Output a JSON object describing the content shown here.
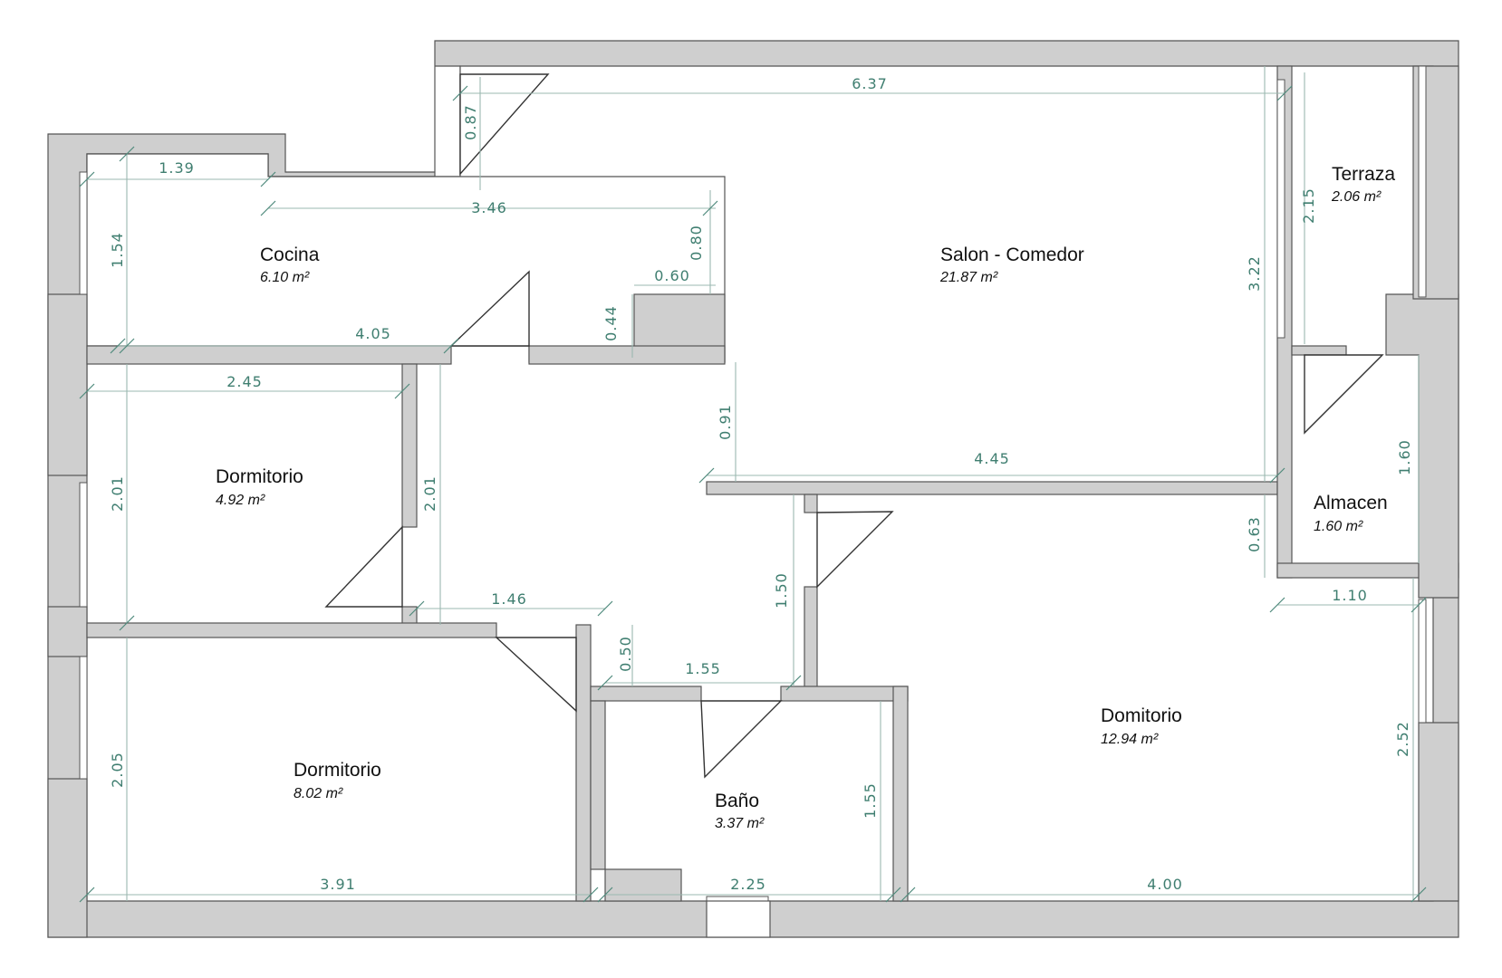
{
  "rooms": {
    "cocina": {
      "name": "Cocina",
      "area": "6.10 m²"
    },
    "salon": {
      "name": "Salon - Comedor",
      "area": "21.87 m²"
    },
    "terraza": {
      "name": "Terraza",
      "area": "2.06 m²"
    },
    "dormitorio_1": {
      "name": "Dormitorio",
      "area": "4.92 m²"
    },
    "almacen": {
      "name": "Almacen",
      "area": "1.60 m²"
    },
    "dormitorio_2": {
      "name": "Dormitorio",
      "area": "8.02 m²"
    },
    "bano": {
      "name": "Baño",
      "area": "3.37 m²"
    },
    "dormitorio_3": {
      "name": "Domitorio",
      "area": "12.94 m²"
    }
  },
  "dimensions": {
    "salon_width": "6.37",
    "entry_diag": "0.87",
    "cocina_top": "1.39",
    "cocina_mid": "3.46",
    "cocina_height": "1.54",
    "cocina_notch_h": "0.80",
    "cocina_notch_w": "0.60",
    "cocina_notch_h2": "0.44",
    "cocina_bottom": "4.05",
    "terraza_height": "2.15",
    "salon_height": "3.22",
    "dorm1_width": "2.45",
    "dorm1_height": "2.01",
    "hall_height": "2.01",
    "hall_gap": "0.91",
    "salon_bottom": "4.45",
    "almacen_height": "1.60",
    "almacen_gap": "0.63",
    "almacen_width": "1.10",
    "hall_width": "1.46",
    "corridor_height": "1.50",
    "bano_gap": "0.50",
    "bano_top": "1.55",
    "dorm2_height": "2.05",
    "bano_height": "1.55",
    "dorm3_height": "2.52",
    "dorm2_width": "3.91",
    "bano_width": "2.25",
    "dorm3_width": "4.00"
  }
}
